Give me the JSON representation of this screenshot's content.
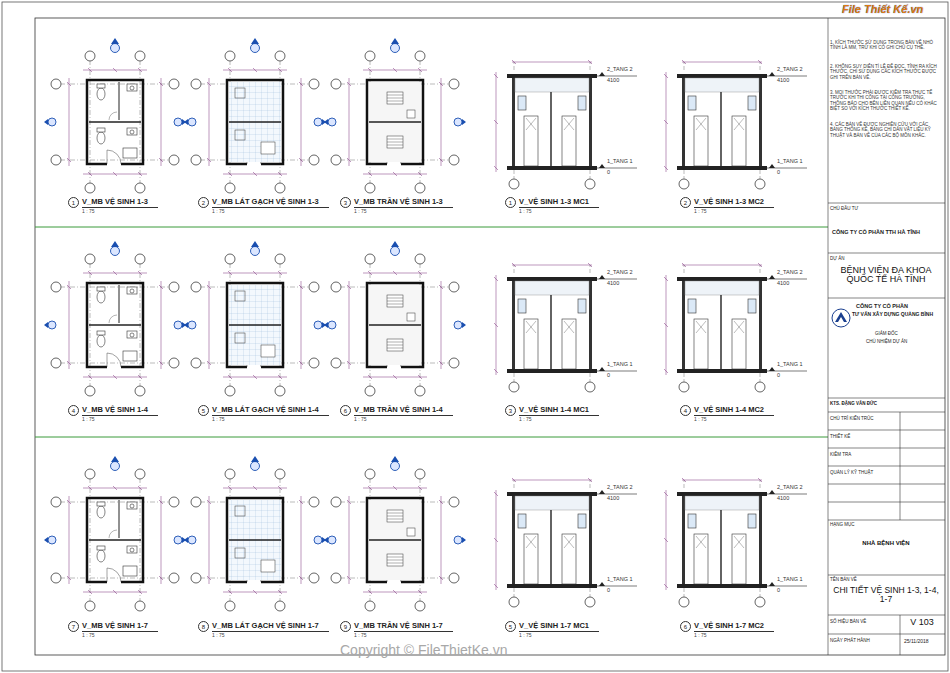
{
  "diagram": {
    "nodes": [
      {
        "text": [
          "DỰ ÁN",
          "BỆNH VIỆN ĐA KHOA QUỐC TẾ HÀ TĨNH"
        ]
      },
      {
        "text": [
          "HẠNG MỤC",
          "NHÀ BỆNH VIỆN"
        ]
      },
      {
        "text": [
          "TÊN BẢN VẼ",
          "CHI TIẾT VỆ SINH 1-3, 1-4, 1-7"
        ]
      },
      {
        "text": [
          "V 103"
        ]
      }
    ],
    "labels": [
      "1",
      "V_MB VỆ SINH 1-3",
      "1 : 75",
      "2",
      "V_MB LÁT GẠCH VỆ SINH 1-3",
      "1 : 75",
      "3",
      "V_MB TRẦN VỆ SINH 1-3",
      "1 : 75",
      "1",
      "V_VỆ SINH 1-3 MC1",
      "1 : 75",
      "2",
      "V_VỆ SINH 1-3 MC2",
      "1 : 75",
      "4",
      "V_MB VỆ SINH 1-4",
      "1 : 75",
      "5",
      "V_MB LÁT GẠCH VỆ SINH 1-4",
      "1 : 75",
      "6",
      "V_MB TRẦN VỆ SINH 1-4",
      "1 : 75",
      "3",
      "V_VỆ SINH 1-4 MC1",
      "1 : 75",
      "4",
      "V_VỆ SINH 1-4 MC2",
      "1 : 75",
      "7",
      "V_MB VỆ SINH 1-7",
      "1 : 75",
      "8",
      "V_MB LÁT GẠCH VỆ SINH 1-7",
      "1 : 75",
      "9",
      "V_MB TRẦN VỆ SINH 1-7",
      "1 : 75",
      "5",
      "V_VỆ SINH 1-7 MC1",
      "1 : 75",
      "6",
      "V_VỆ SINH 1-7 MC2",
      "1 : 75",
      "2_TANG 2",
      "4100",
      "1_TANG 1",
      "0",
      "2_TANG 2",
      "4100",
      "1_TANG 1",
      "0",
      "2_TANG 2",
      "4100",
      "1_TANG 1",
      "0",
      "2_TANG 2",
      "4100",
      "1_TANG 1",
      "0",
      "2_TANG 2",
      "4100",
      "1_TANG 1",
      "0",
      "2_TANG 2",
      "4100",
      "1_TANG 1",
      "0",
      "1. KÍCH THƯỚC SỬ DỤNG TRONG BẢN VẼ NHỎ TÍNH LÀ MM, TRỪ KHI CÓ GHI CHÚ CỤ THỂ.",
      "2. KHÔNG SUY DIỄN TỈ LỆ ĐỂ ĐỌC, TÍNH RA KÍCH THƯỚC, CHỈ SỬ DỤNG CÁC KÍCH THƯỚC ĐƯỢC GHI TRÊN BẢN VẼ.",
      "3. MỌI THƯỚC PHẢI ĐƯỢC KIỂM TRA THỰC TẾ TRƯỚC KHI THI CÔNG TẠI CÔNG TRƯỜNG, THÔNG BÁO CHO BÊN LIÊN QUAN NẾU CÓ KHÁC BIỆT SO VỚI KÍCH THƯỚC THIẾT KẾ.",
      "4. CÁC BẢN VẼ ĐƯỢC NGHIÊN CỨU VỚI CÁC BẢNG THỐNG KÊ, BẢNG CHỈ DẪN VẬT LIỆU KỸ THUẬT VÀ BẢN VẼ CỦA CÁC BỘ MÔN KHÁC.",
      "CHỦ ĐẦU TƯ",
      "CÔNG TY CỔ PHẦN TTH HÀ TĨNH",
      "CÔNG TY CỔ PHẦN",
      "TƯ VẤN XÂY DỰNG QUẢNG BÌNH",
      "GIÁM ĐỐC",
      "CHỦ NHIỆM DỰ ÁN",
      "KTS. ĐẶNG VĂN ĐỨC",
      "CHỦ TRÌ KIẾN TRÚC",
      "THIẾT KẾ",
      "KIỂM TRA",
      "QUẢN LÝ KỸ THUẬT",
      "SỐ HIỆU BẢN VẼ",
      "NGÀY PHÁT HÀNH",
      "25/11/2018",
      "File Thiết Kế.vn",
      "Copyright © FileThietKe.vn"
    ]
  }
}
